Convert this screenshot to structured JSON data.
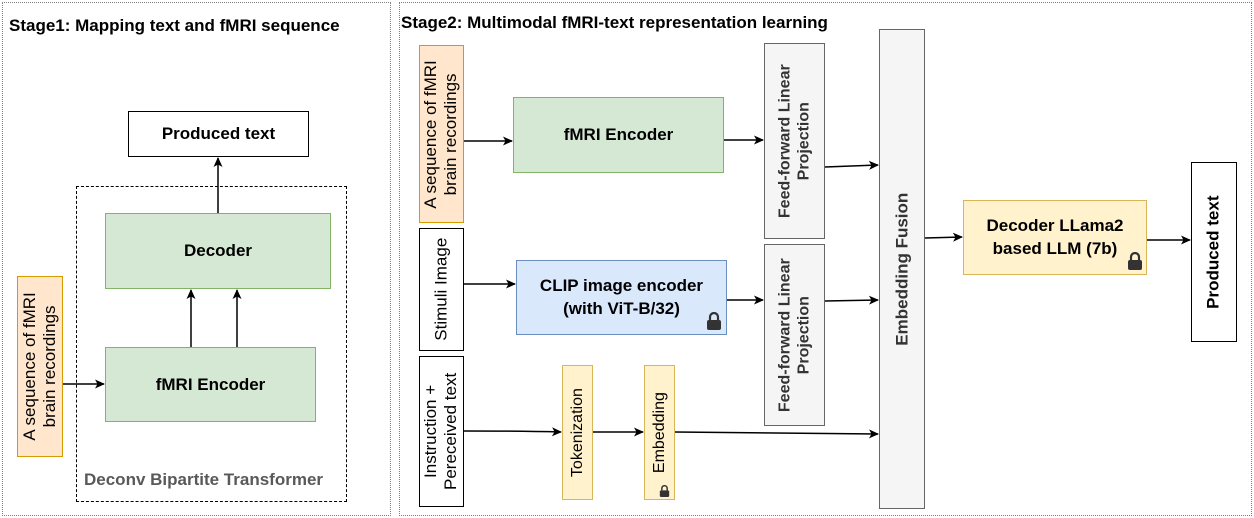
{
  "stage1": {
    "title": "Stage1: Mapping text and fMRI sequence",
    "produced_text": "Produced text",
    "decoder": "Decoder",
    "fmri_encoder": "fMRI Encoder",
    "input_line1": "A sequence of fMRI",
    "input_line2": "brain recordings",
    "container_label": "Deconv Bipartite Transformer"
  },
  "stage2": {
    "title": "Stage2: Multimodal fMRI-text representation learning",
    "fmri_input_line1": "A sequence of fMRI",
    "fmri_input_line2": "brain recordings",
    "fmri_encoder": "fMRI Encoder",
    "stimuli_image": "Stimuli Image",
    "clip_line1": "CLIP image encoder",
    "clip_line2": "(with ViT-B/32)",
    "instruction_line1": "Instruction +",
    "instruction_line2": "Pereceived text",
    "tokenization": "Tokenization",
    "embedding": "Embedding",
    "ffp_top_line1": "Feed-forward Linear",
    "ffp_top_line2": "Projection",
    "ffp_bottom_line1": "Feed-forward Linear",
    "ffp_bottom_line2": "Projection",
    "embedding_fusion": "Embedding Fusion",
    "llm_line1": "Decoder LLama2",
    "llm_line2": "based LLM (7b)",
    "produced_text": "Produced text"
  },
  "icons": {
    "lock": "lock-icon",
    "arrow": "arrow-icon"
  },
  "colors": {
    "green_fill": "#d5e8d4",
    "green_stroke": "#82b366",
    "orange_fill": "#ffe6cc",
    "orange_stroke": "#d79b00",
    "yellow_fill": "#fff2cc",
    "yellow_stroke": "#d6b656",
    "blue_fill": "#dae8fc",
    "blue_stroke": "#6c8ebf",
    "grey_fill": "#f5f5f5",
    "grey_stroke": "#666666",
    "container_label": "#595959"
  }
}
